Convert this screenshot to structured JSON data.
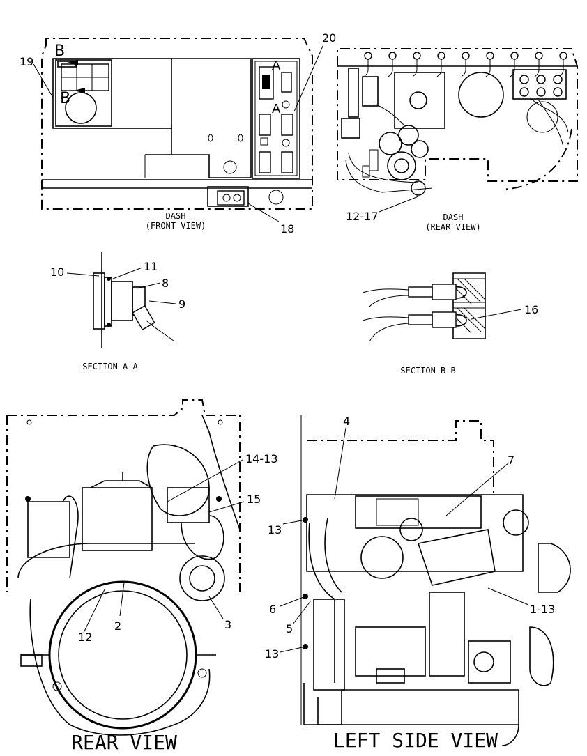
{
  "views": {
    "dash_front": {
      "line1": "DASH",
      "line2": "(FRONT VIEW)"
    },
    "dash_rear": {
      "line1": "DASH",
      "line2": "(REAR VIEW)"
    },
    "section_a": {
      "title": "SECTION A-A"
    },
    "section_b": {
      "title": "SECTION B-B"
    },
    "rear_view": {
      "title": "REAR VIEW"
    },
    "left_side_view": {
      "title": "LEFT SIDE VIEW"
    }
  },
  "section_markers": {
    "b_top": "B",
    "b_bottom": "B",
    "a_top": "A",
    "a_bottom": "A"
  },
  "callouts": {
    "c19": "19",
    "c20": "20",
    "c18": "18",
    "c12_17": "12-17",
    "c10": "10",
    "c11": "11",
    "c8": "8",
    "c9": "9",
    "c16": "16",
    "c14_13": "14-13",
    "c15": "15",
    "c12": "12",
    "c2": "2",
    "c3": "3",
    "c4": "4",
    "c7": "7",
    "c13a": "13",
    "c6": "6",
    "c5": "5",
    "c1_13": "1-13",
    "c13b": "13"
  }
}
